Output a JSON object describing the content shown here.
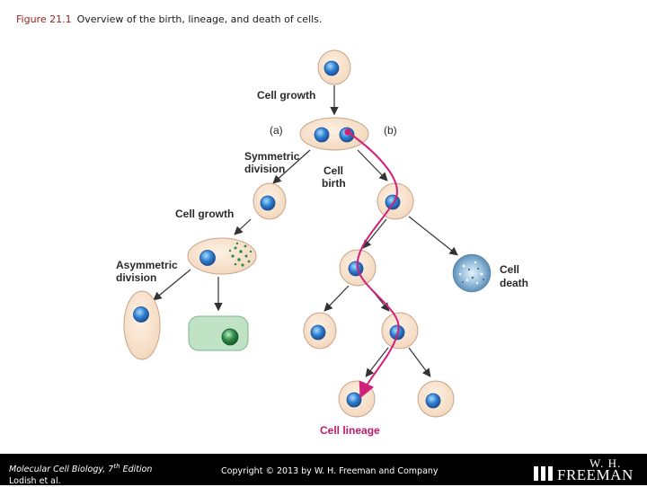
{
  "figure": {
    "number": "Figure 21.1",
    "caption": "Overview of the birth, lineage, and death of cells."
  },
  "labels": {
    "cell_growth_top": "Cell growth",
    "branch_a": "(a)",
    "branch_b": "(b)",
    "symmetric_1": "Symmetric",
    "symmetric_2": "division",
    "cell_birth_1": "Cell",
    "cell_birth_2": "birth",
    "cell_growth_left": "Cell growth",
    "asymmetric_1": "Asymmetric",
    "asymmetric_2": "division",
    "cell_death_1": "Cell",
    "cell_death_2": "death",
    "cell_lineage": "Cell lineage"
  },
  "colors": {
    "cell_fill": "#f8e3cf",
    "cell_stroke": "#c8a48a",
    "nucleus": "#2f7fd0",
    "lineage": "#d1207a",
    "differentiated_fill": "#bfe3c4",
    "differentiated_nucleus": "#2f8a48"
  },
  "footer": {
    "book_title": "Molecular Cell Biology,",
    "edition_num": "7",
    "edition_sup": "th",
    "edition_word": "Edition",
    "authors": "Lodish et al.",
    "copyright": "Copyright © 2013 by W. H. Freeman and Company",
    "publisher_top": "W. H.",
    "publisher_name": "FREEMAN"
  }
}
